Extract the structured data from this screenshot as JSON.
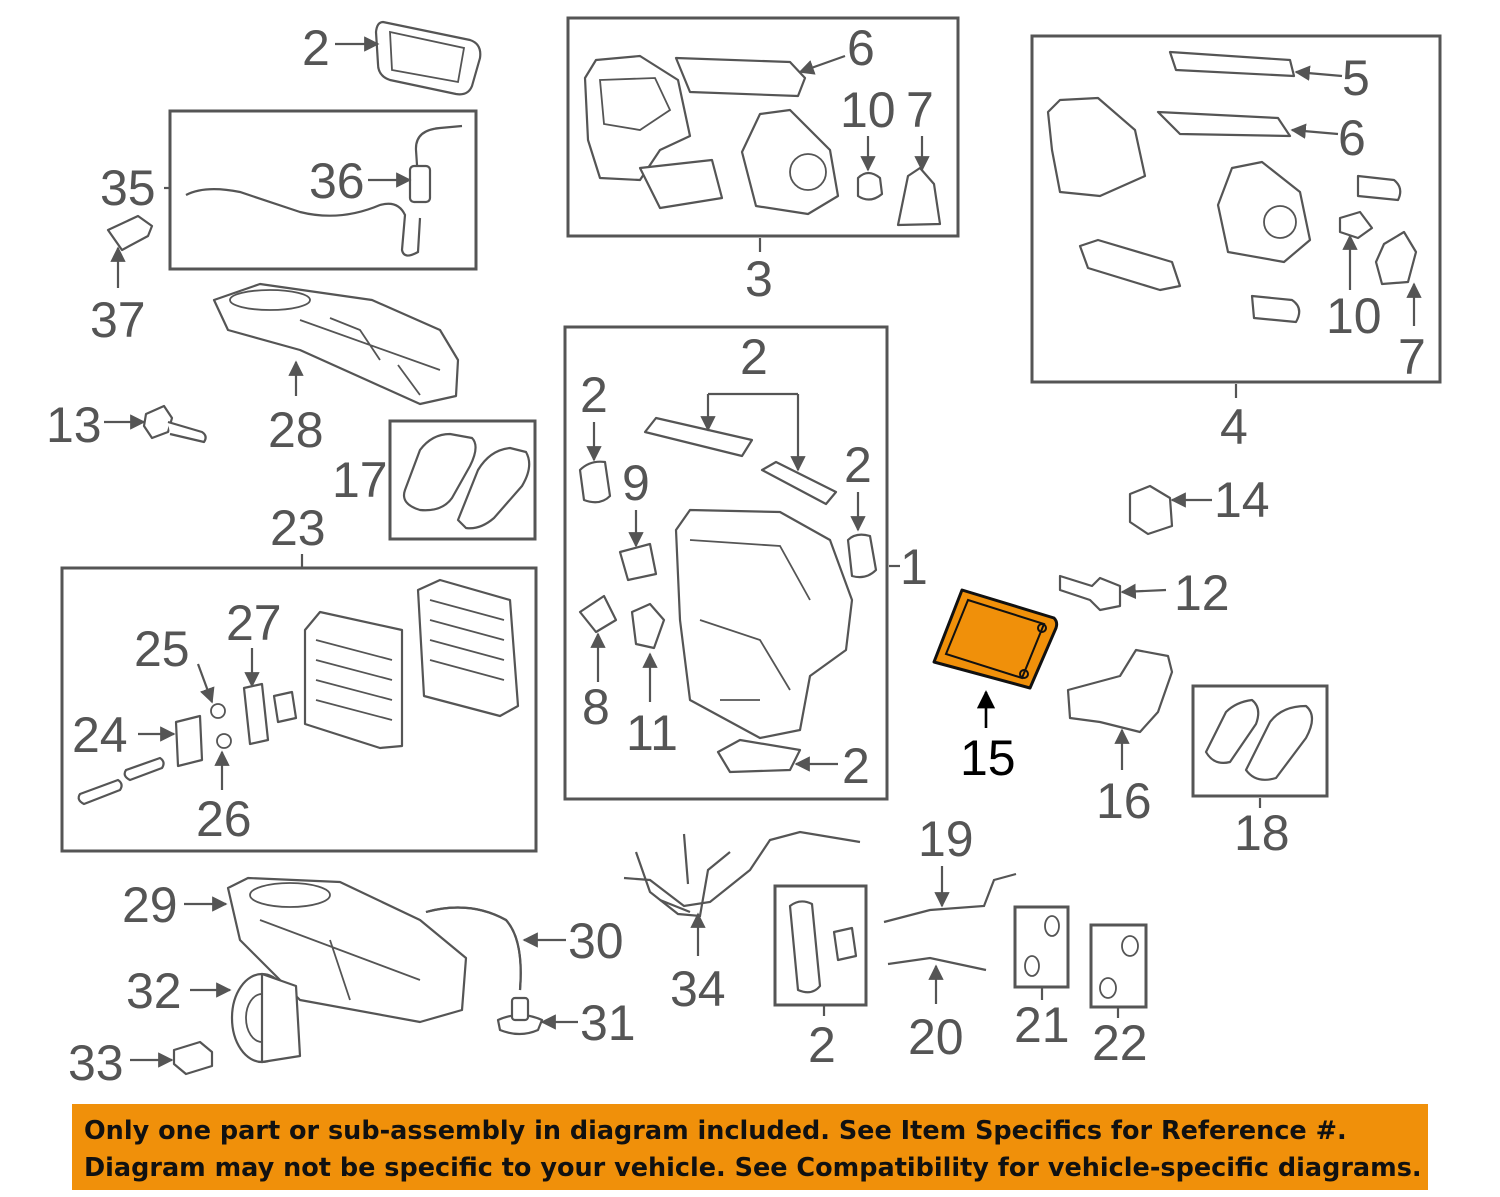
{
  "diagram": {
    "callouts": [
      "2",
      "6",
      "10",
      "7",
      "5",
      "6",
      "36",
      "35",
      "37",
      "3",
      "10",
      "7",
      "4",
      "13",
      "28",
      "2",
      "2",
      "2",
      "17",
      "9",
      "2",
      "14",
      "23",
      "1",
      "12",
      "27",
      "25",
      "8",
      "11",
      "24",
      "26",
      "2",
      "15",
      "16",
      "18",
      "19",
      "29",
      "30",
      "34",
      "32",
      "31",
      "2",
      "20",
      "21",
      "22",
      "33"
    ],
    "highlight_color": "#f0900a"
  },
  "notice": {
    "line1": "Only one part or sub-assembly in diagram included. See Item Specifics for Reference #.",
    "line2": "Diagram may not be specific to your vehicle. See Compatibility for vehicle-specific diagrams."
  }
}
